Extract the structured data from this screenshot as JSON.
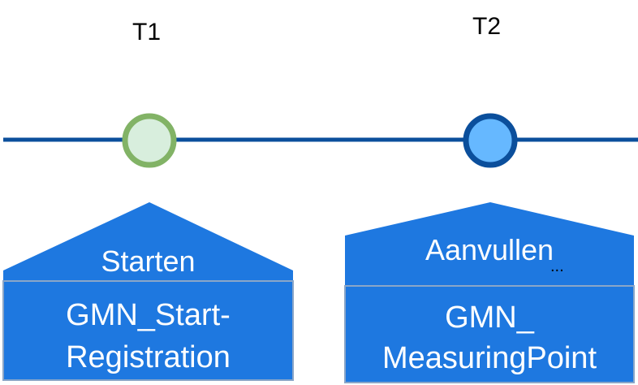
{
  "milestones": [
    {
      "label": "T1",
      "verb": "Starten",
      "code_lines": [
        "GMN_Start-",
        "Registration"
      ],
      "marker_fill": "#d8eedd",
      "marker_stroke": "#82b366"
    },
    {
      "label": "T2",
      "verb": "Aanvullen",
      "ellipsis": "...",
      "code_lines": [
        "GMN_",
        "MeasuringPoint"
      ],
      "marker_fill": "#66b8ff",
      "marker_stroke": "#0b4f9c"
    }
  ],
  "colors": {
    "timeline": "#0b4f9c",
    "box_fill": "#1e78e0",
    "box_stroke": "#8aa6c8",
    "text_light": "#ffffff",
    "text_dark": "#000000"
  }
}
